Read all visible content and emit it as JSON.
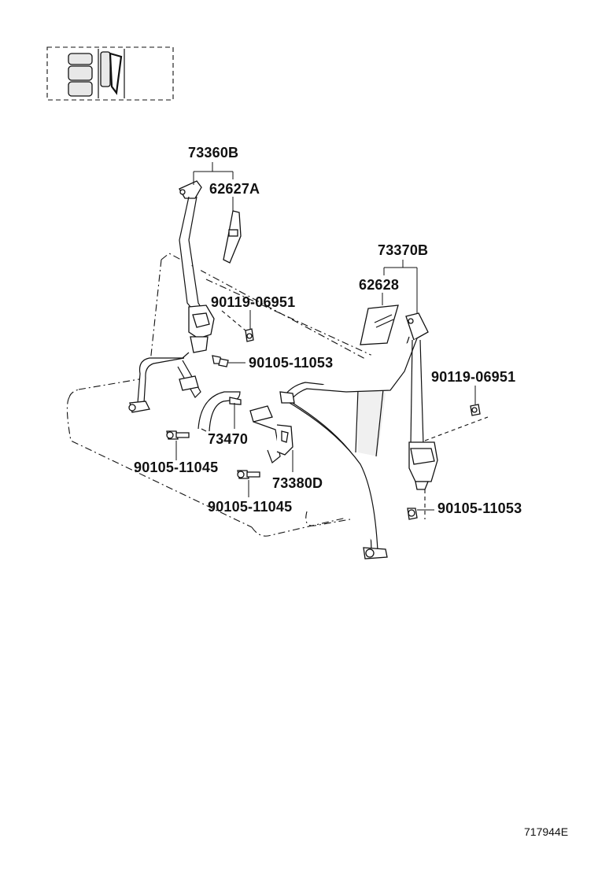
{
  "labels": {
    "belt_left": "73360B",
    "cover_left": "62627A",
    "belt_right": "73370B",
    "cover_right": "62628",
    "bolt_left_top": "90119-06951",
    "bolt_left_mid": "90105-11053",
    "bolt_right_top": "90119-06951",
    "bolt_right_bottom": "90105-11053",
    "center_buckle": "73470",
    "bolt_center_left": "90105-11045",
    "center_buckle_right": "73380D",
    "bolt_center_right": "90105-11045"
  },
  "figure_id": "717944E"
}
